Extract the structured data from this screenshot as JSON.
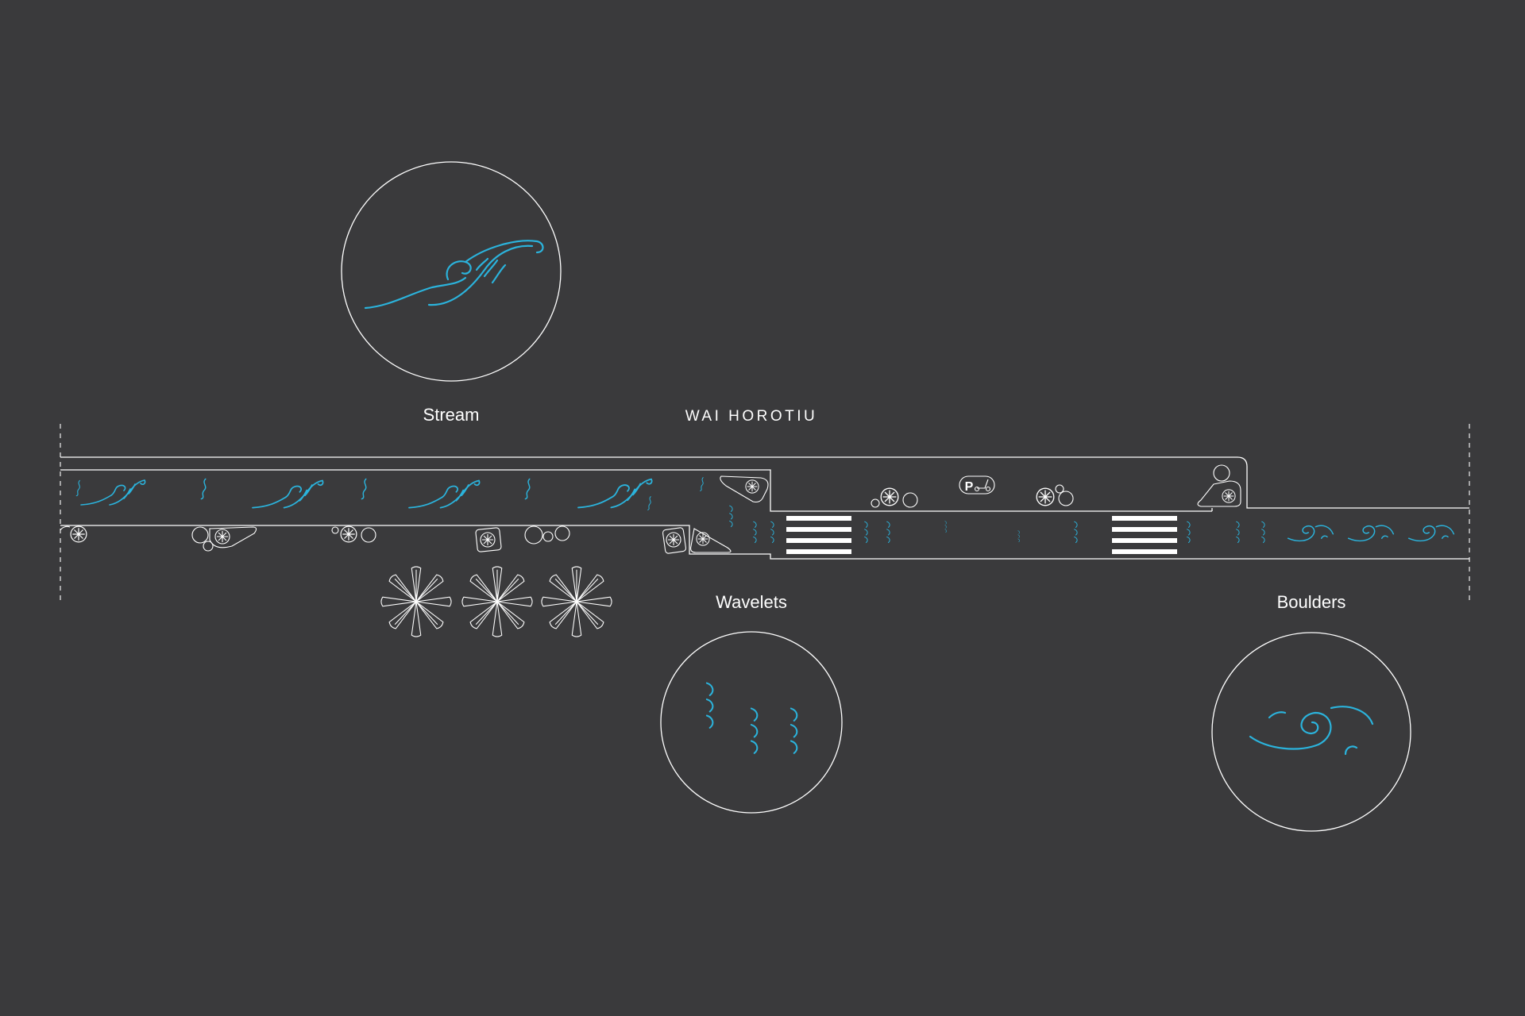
{
  "title": "WAI HOROTIU",
  "legend": {
    "stream": "Stream",
    "wavelets": "Wavelets",
    "boulders": "Boulders"
  },
  "parking_sign": "P",
  "colors": {
    "background": "#3a3a3c",
    "line": "#ffffff",
    "water": "#2bb3dc"
  },
  "icons": [
    "stream-icon",
    "wavelets-icon",
    "boulders-icon",
    "scooter-parking-icon",
    "tree-icon",
    "planter-icon",
    "pedestrian-crossing"
  ]
}
